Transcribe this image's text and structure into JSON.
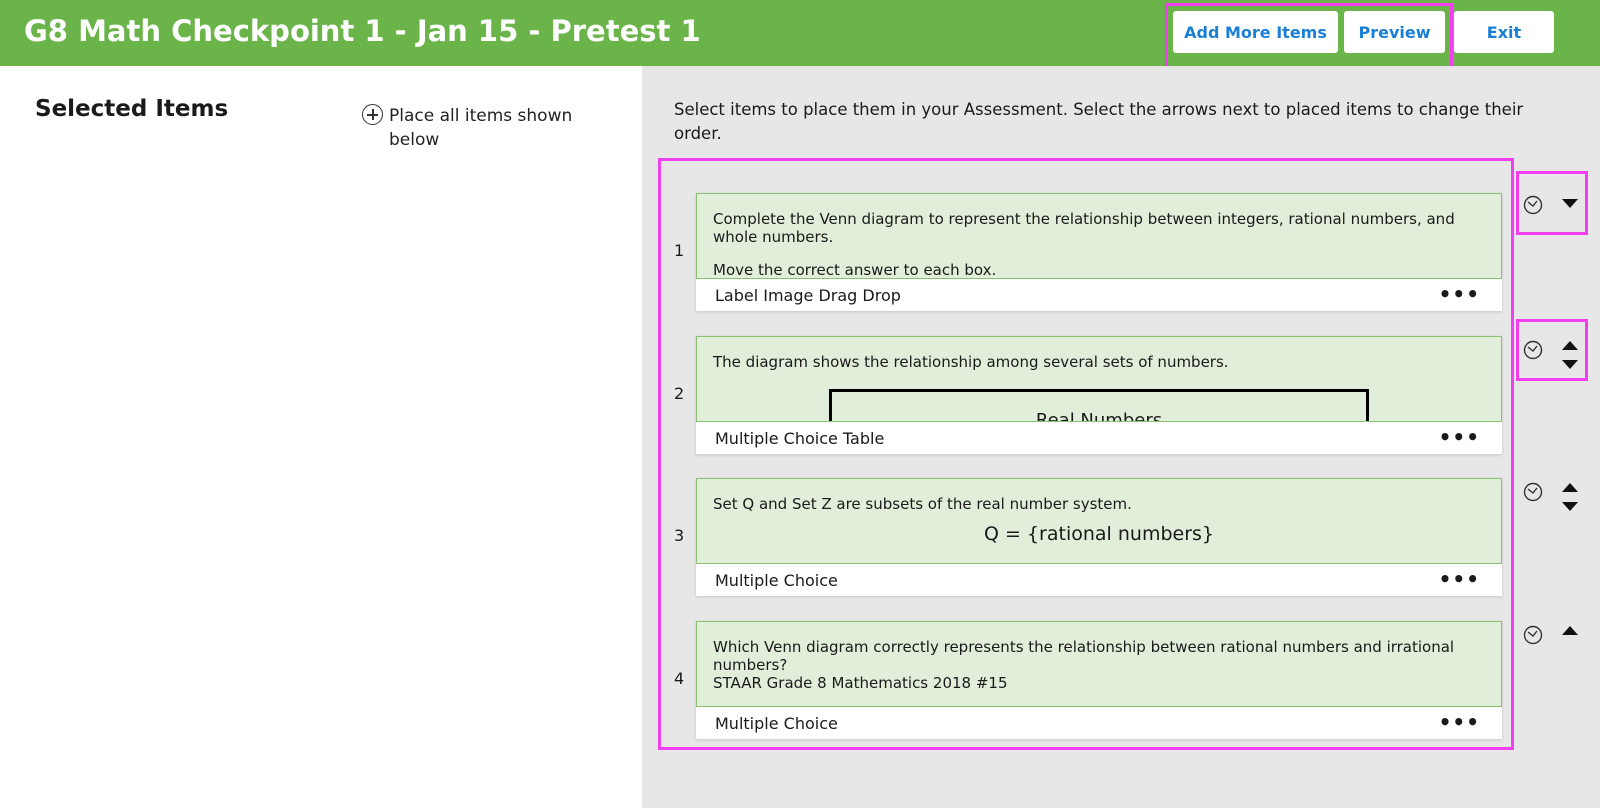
{
  "header": {
    "title": "G8 Math Checkpoint 1 - Jan 15 - Pretest 1",
    "add_more_items_label": "Add More Items",
    "preview_label": "Preview",
    "exit_label": "Exit"
  },
  "left_panel": {
    "title": "Selected Items",
    "place_all_label": "Place all items shown below",
    "place_all_icon": "plus-circle-icon"
  },
  "right_panel": {
    "instructions": "Select items to place them in your Assessment. Select the arrows next to placed items to change their order."
  },
  "items": [
    {
      "number": "1",
      "text_1": "Complete the Venn diagram to represent the relationship between integers, rational numbers, and whole numbers.",
      "text_2": "Move the correct answer to each box.",
      "type": "Label Image Drag Drop",
      "more": "•••",
      "controls": {
        "timer_icon": "timer-icon",
        "up": false,
        "down": true
      }
    },
    {
      "number": "2",
      "text_1": "The diagram shows the relationship among several sets of numbers.",
      "diagram_label": "Real Numbers",
      "type": "Multiple Choice Table",
      "more": "•••",
      "controls": {
        "timer_icon": "timer-icon",
        "up": true,
        "down": true
      }
    },
    {
      "number": "3",
      "text_1": "Set Q and Set Z are subsets of the real number system.",
      "text_2": "Q = {rational numbers}",
      "type": "Multiple Choice",
      "more": "•••",
      "controls": {
        "timer_icon": "timer-icon",
        "up": true,
        "down": true
      }
    },
    {
      "number": "4",
      "text_1": "Which Venn diagram correctly represents the relationship between rational numbers and irrational numbers?",
      "text_2": "STAAR Grade 8 Mathematics 2018 #15",
      "type": "Multiple Choice",
      "more": "•••",
      "controls": {
        "timer_icon": "timer-icon",
        "up": true,
        "down": false
      }
    }
  ],
  "colors": {
    "header_bg": "#6bb44a",
    "button_text": "#1a7fd6",
    "item_preview_bg": "#e1eed9",
    "item_border": "#8bbf74",
    "right_panel_bg": "#e7e7e7",
    "highlight": "#f23ff2"
  }
}
